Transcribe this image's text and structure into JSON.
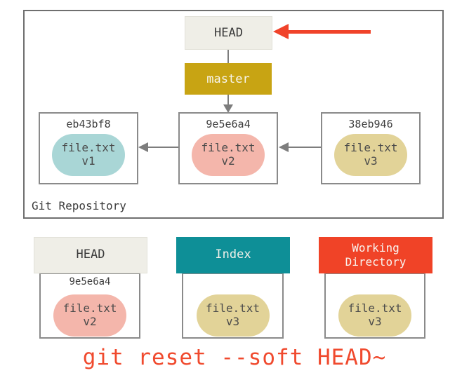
{
  "repo": {
    "label": "Git Repository",
    "head_label": "HEAD",
    "branch_label": "master",
    "commits": [
      {
        "hash": "eb43bf8",
        "file": "file.txt",
        "version": "v1",
        "color": "#A9D6D6"
      },
      {
        "hash": "9e5e6a4",
        "file": "file.txt",
        "version": "v2",
        "color": "#F4B6AB"
      },
      {
        "hash": "38eb946",
        "file": "file.txt",
        "version": "v3",
        "color": "#E2D398"
      }
    ]
  },
  "areas": [
    {
      "title": "HEAD",
      "hash": "9e5e6a4",
      "file": "file.txt",
      "version": "v2",
      "header_bg": "#EFEEE7",
      "header_fg": "#3a3a3a",
      "pill_color": "#F4B6AB"
    },
    {
      "title": "Index",
      "hash": "",
      "file": "file.txt",
      "version": "v3",
      "header_bg": "#0E8F97",
      "header_fg": "#f2f1ea",
      "pill_color": "#E2D398"
    },
    {
      "title": "Working Directory",
      "hash": "",
      "file": "file.txt",
      "version": "v3",
      "header_bg": "#F04327",
      "header_fg": "#f9f4ef",
      "pill_color": "#E2D398"
    }
  ],
  "caption": "git reset --soft HEAD~",
  "colors": {
    "accent_red": "#F0432A",
    "caption_red": "#F04A2E",
    "branch_gold": "#C8A413",
    "index_teal": "#0E8F97",
    "workdir_red": "#F04327",
    "head_beige": "#EFEEE7",
    "pill_blue": "#A9D6D6",
    "pill_pink": "#F4B6AB",
    "pill_tan": "#E2D398",
    "line_gray": "#7D7D7D"
  }
}
